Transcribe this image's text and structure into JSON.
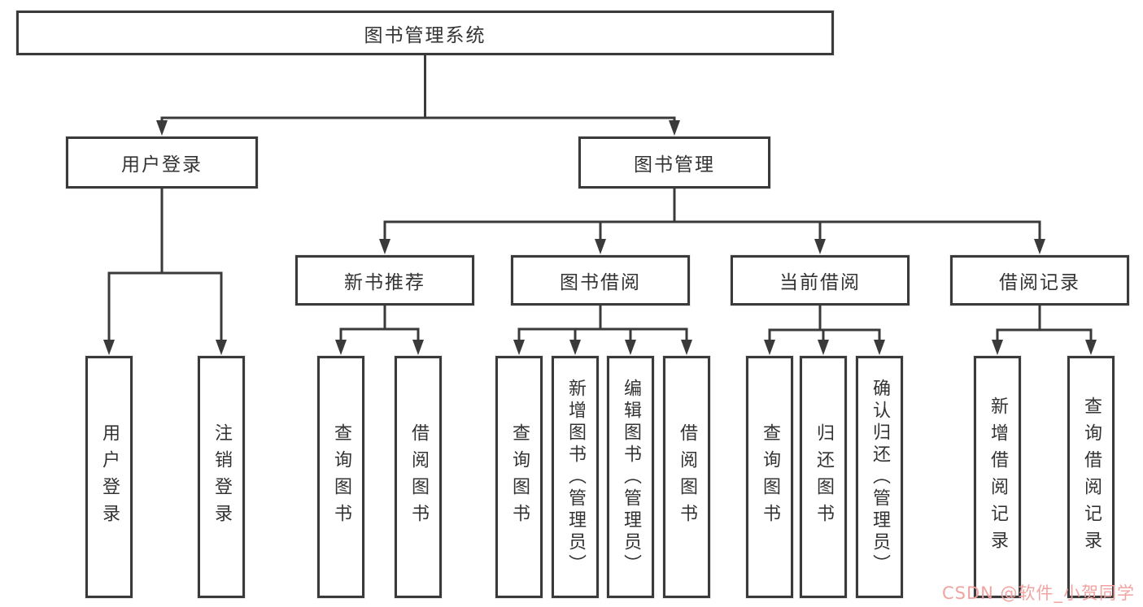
{
  "tree": {
    "root": {
      "label": "图书管理系统",
      "children": [
        {
          "label": "用户登录",
          "children": [
            "用户登录",
            "注销登录"
          ]
        },
        {
          "label": "图书管理",
          "children": [
            {
              "label": "新书推荐",
              "children": [
                "查询图书",
                "借阅图书"
              ]
            },
            {
              "label": "图书借阅",
              "children": [
                "查询图书",
                "新增图书（管理员）",
                "编辑图书（管理员）",
                "借阅图书"
              ]
            },
            {
              "label": "当前借阅",
              "children": [
                "查询图书",
                "归还图书",
                "确认归还（管理员）"
              ]
            },
            {
              "label": "借阅记录",
              "children": [
                "新增借阅记录",
                "查询借阅记录"
              ]
            }
          ]
        }
      ]
    }
  },
  "watermark": {
    "text": "CSDN @软件_小贺同学"
  },
  "colors": {
    "line": "#3a3a3a",
    "box_border": "#3a3a3a",
    "text": "#333333",
    "watermark": "#f09e9c",
    "background": "#ffffff"
  }
}
